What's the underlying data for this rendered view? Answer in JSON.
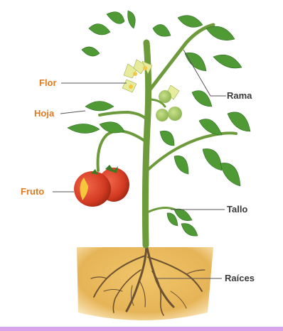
{
  "diagram": {
    "labels": {
      "flor": "Flor",
      "hoja": "Hoja",
      "fruto": "Fruto",
      "rama": "Rama",
      "tallo": "Tallo",
      "raices": "Raíces"
    }
  },
  "colors": {
    "label_left": "#e07a1f",
    "label_right": "#3a3a3a",
    "leaf": "#4f9a35",
    "leaf_dark": "#2f6f22",
    "stem": "#6d9b3c",
    "soil": "#e2b254",
    "root": "#6b5232",
    "fruit": "#d8402b",
    "flower": "#e7ec9c",
    "bottom_bar": "#d9a4ea"
  }
}
